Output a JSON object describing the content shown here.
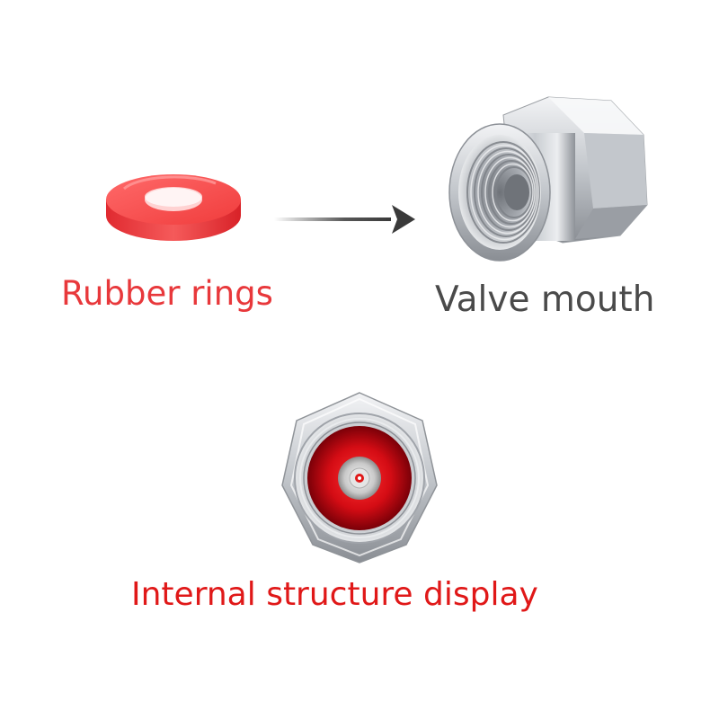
{
  "labels": {
    "rubber_rings": "Rubber rings",
    "valve_mouth": "Valve mouth",
    "internal_structure": "Internal structure display"
  },
  "colors": {
    "rubber_ring_label": "#e8383b",
    "valve_label": "#4a4a4a",
    "internal_label": "#e01818",
    "arrow": "#3a3a3a",
    "rubber_red": "#f04848"
  }
}
